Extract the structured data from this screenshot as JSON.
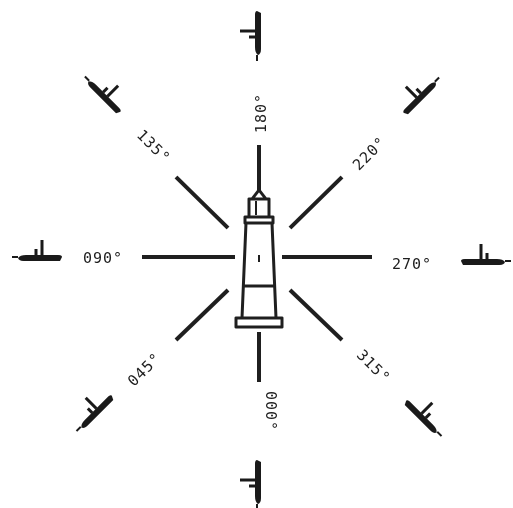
{
  "diagram": {
    "bearings": [
      {
        "key": "b000",
        "label": "000°"
      },
      {
        "key": "b045",
        "label": "045°"
      },
      {
        "key": "b090",
        "label": "090°"
      },
      {
        "key": "b135",
        "label": "135°"
      },
      {
        "key": "b180",
        "label": "180°"
      },
      {
        "key": "b220",
        "label": "220°"
      },
      {
        "key": "b270",
        "label": "270°"
      },
      {
        "key": "b315",
        "label": "315°"
      }
    ],
    "center_icon": "lighthouse-icon",
    "ship_icon": "ship-icon",
    "colors": {
      "ink": "#1f1f1f",
      "background": "#ffffff"
    }
  }
}
